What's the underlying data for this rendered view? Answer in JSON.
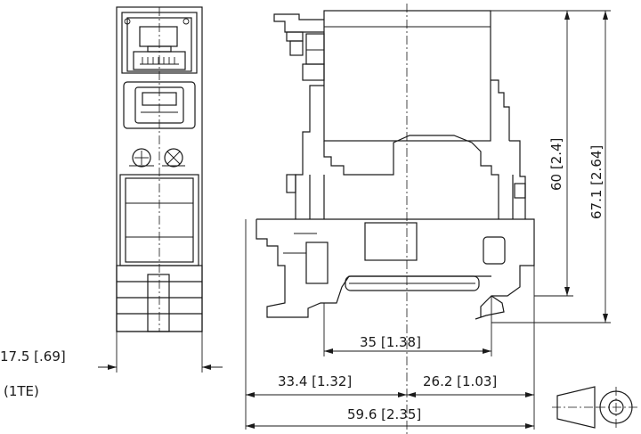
{
  "dimensions": {
    "width_1te": "17.5 [.69]",
    "width_unit": "(1TE)",
    "rail_center_span": "35 [1.38]",
    "left_offset": "33.4 [1.32]",
    "right_offset": "26.2 [1.03]",
    "overall_depth": "59.6 [2.35]",
    "height_to_rail": "60 [2.4]",
    "overall_height": "67.1 [2.64]"
  }
}
